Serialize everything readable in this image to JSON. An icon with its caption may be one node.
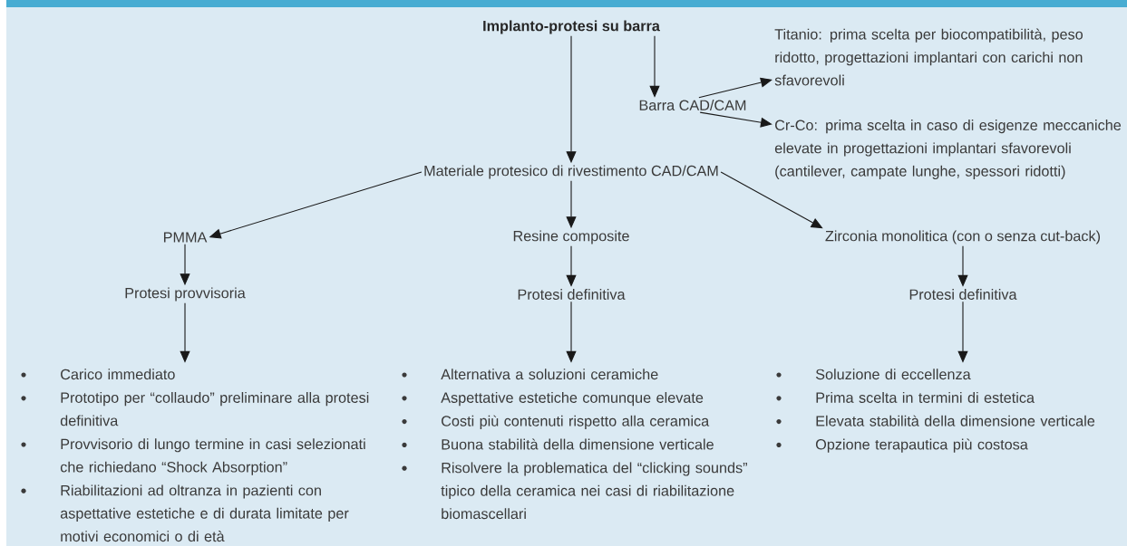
{
  "diagram": {
    "nodes": [
      {
        "text": [
          "Implanto-protesi su barra"
        ]
      },
      {
        "text": [
          "Barra CAD/CAM"
        ]
      },
      {
        "text": [
          "Titanio: prima scelta per biocompatibilità, peso ridotto, progettazioni implantari con carichi non sfavorevoli"
        ]
      },
      {
        "text": [
          "Cr-Co: prima scelta in caso di esigenze meccaniche elevate in progettazioni implantari sfavorevoli (cantilever, campate lunghe, spessori ridotti)"
        ]
      },
      {
        "text": [
          "Materiale protesico di rivestimento CAD/CAM"
        ]
      },
      {
        "text": [
          "PMMA"
        ]
      },
      {
        "text": [
          "Resine composite"
        ]
      },
      {
        "text": [
          "Zirconia monolitica (con o senza cut-back)"
        ]
      },
      {
        "text": [
          "Protesi provvisoria"
        ]
      },
      {
        "text": [
          "Protesi definitiva"
        ]
      },
      {
        "text": [
          "Protesi definitiva"
        ]
      },
      {
        "text": [
          "Carico immediato",
          "Prototipo per “collaudo” preliminare alla protesi definitiva",
          "Provvisorio di lungo termine in casi selezionati che richiedano “Shock Absorption”",
          "Riabilitazioni ad oltranza in pazienti con aspettative estetiche e di durata limitate per motivi economici o di età"
        ]
      },
      {
        "text": [
          "Alternativa a soluzioni ceramiche",
          "Aspettative estetiche comunque elevate",
          "Costi più contenuti rispetto alla ceramica",
          "Buona stabilità della dimensione verticale",
          "Risolvere la problematica del “clicking sounds” tipico della ceramica nei casi di riabilitazione biomascellari"
        ]
      },
      {
        "text": [
          "Soluzione di eccellenza",
          "Prima scelta in termini di estetica",
          "Elevata stabilità della dimensione verticale",
          "Opzione terapautica più costosa"
        ]
      }
    ],
    "edges": [
      {
        "from": 0,
        "to": 4,
        "arrow": "to"
      },
      {
        "from": 0,
        "to": 1,
        "arrow": "to"
      },
      {
        "from": 1,
        "to": 2,
        "arrow": "to"
      },
      {
        "from": 1,
        "to": 3,
        "arrow": "to"
      },
      {
        "from": 4,
        "to": 5,
        "arrow": "to"
      },
      {
        "from": 4,
        "to": 6,
        "arrow": "to"
      },
      {
        "from": 4,
        "to": 7,
        "arrow": "to"
      },
      {
        "from": 5,
        "to": 8,
        "arrow": "to"
      },
      {
        "from": 6,
        "to": 9,
        "arrow": "to"
      },
      {
        "from": 7,
        "to": 10,
        "arrow": "to"
      },
      {
        "from": 8,
        "to": 11,
        "arrow": "to"
      },
      {
        "from": 9,
        "to": 12,
        "arrow": "to"
      },
      {
        "from": 10,
        "to": 13,
        "arrow": "to"
      }
    ]
  }
}
